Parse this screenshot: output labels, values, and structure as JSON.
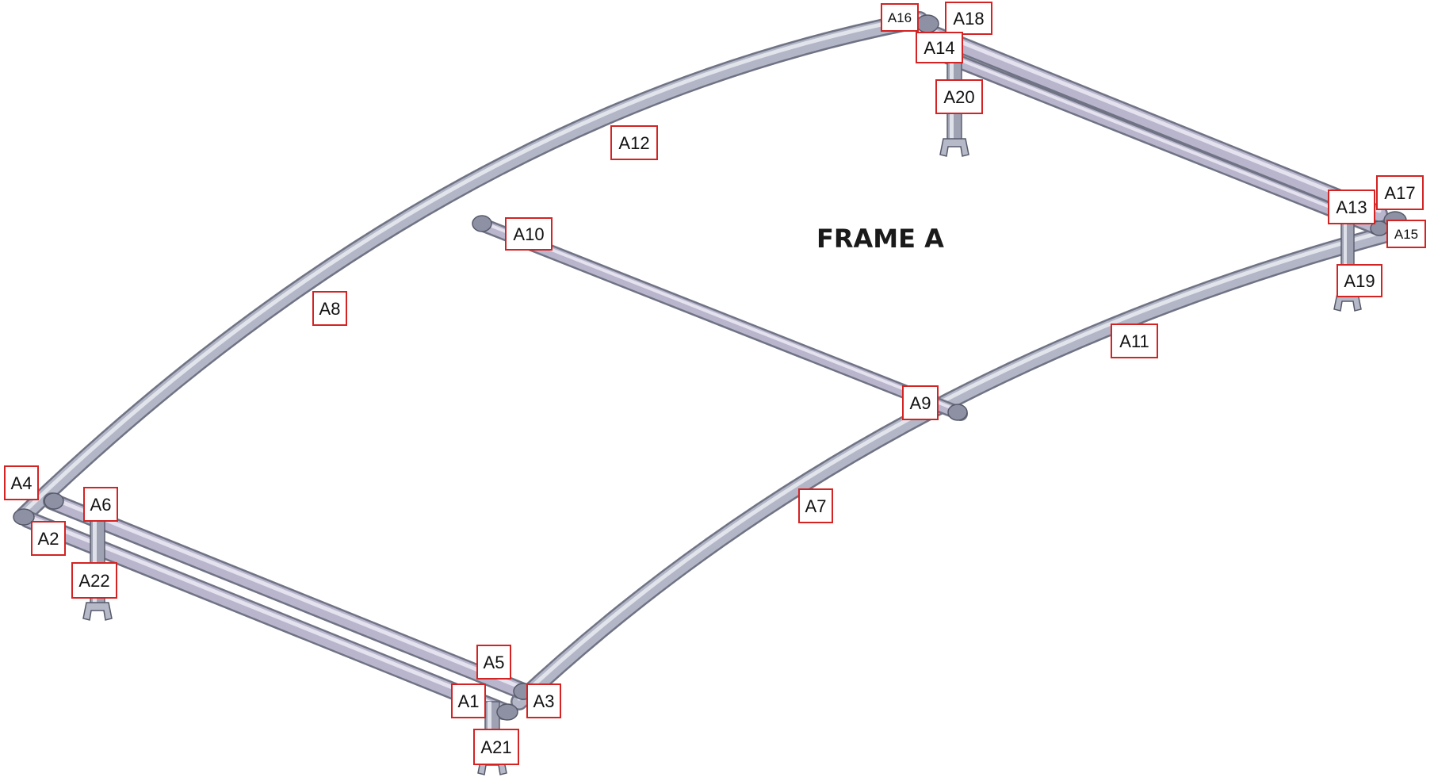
{
  "title": "FRAME A",
  "colors": {
    "tube_light": "#c9ccd8",
    "tube_mid": "#a8acbc",
    "tube_dark": "#6f7384",
    "label_border": "#d32323",
    "label_bg": "#ffffff"
  },
  "labels": {
    "A1": "A1",
    "A2": "A2",
    "A3": "A3",
    "A4": "A4",
    "A5": "A5",
    "A6": "A6",
    "A7": "A7",
    "A8": "A8",
    "A9": "A9",
    "A10": "A10",
    "A11": "A11",
    "A12": "A12",
    "A13": "A13",
    "A14": "A14",
    "A15": "A15",
    "A16": "A16",
    "A17": "A17",
    "A18": "A18",
    "A19": "A19",
    "A20": "A20",
    "A21": "A21",
    "A22": "A22"
  }
}
